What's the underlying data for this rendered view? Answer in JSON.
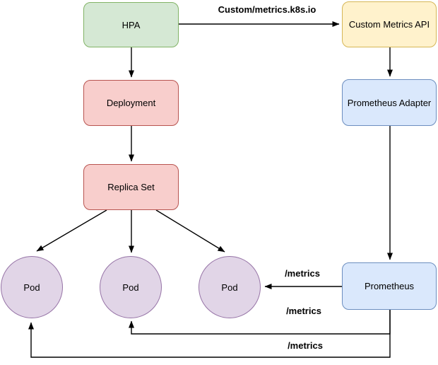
{
  "diagram": {
    "type": "flowchart",
    "background": "#ffffff",
    "nodes": [
      {
        "id": "hpa",
        "label": "HPA",
        "shape": "rounded-rect",
        "fill": "#d5e8d4",
        "stroke": "#82b366"
      },
      {
        "id": "custom-metrics-api",
        "label": "Custom Metrics API",
        "shape": "rounded-rect",
        "fill": "#fff2cc",
        "stroke": "#d6b656"
      },
      {
        "id": "deployment",
        "label": "Deployment",
        "shape": "rounded-rect",
        "fill": "#f8cecc",
        "stroke": "#b85450"
      },
      {
        "id": "prometheus-adapter",
        "label": "Prometheus Adapter",
        "shape": "rounded-rect",
        "fill": "#dae8fc",
        "stroke": "#6c8ebf"
      },
      {
        "id": "replica-set",
        "label": "Replica Set",
        "shape": "rounded-rect",
        "fill": "#f8cecc",
        "stroke": "#b85450"
      },
      {
        "id": "pod-1",
        "label": "Pod",
        "shape": "circle",
        "fill": "#e1d5e7",
        "stroke": "#9673a6"
      },
      {
        "id": "pod-2",
        "label": "Pod",
        "shape": "circle",
        "fill": "#e1d5e7",
        "stroke": "#9673a6"
      },
      {
        "id": "pod-3",
        "label": "Pod",
        "shape": "circle",
        "fill": "#e1d5e7",
        "stroke": "#9673a6"
      },
      {
        "id": "prometheus",
        "label": "Prometheus",
        "shape": "rounded-rect",
        "fill": "#dae8fc",
        "stroke": "#6c8ebf"
      }
    ],
    "edges": [
      {
        "from": "hpa",
        "to": "custom-metrics-api",
        "label": "Custom/metrics.k8s.io"
      },
      {
        "from": "hpa",
        "to": "deployment",
        "label": ""
      },
      {
        "from": "custom-metrics-api",
        "to": "prometheus-adapter",
        "label": ""
      },
      {
        "from": "deployment",
        "to": "replica-set",
        "label": ""
      },
      {
        "from": "prometheus-adapter",
        "to": "prometheus",
        "label": ""
      },
      {
        "from": "replica-set",
        "to": "pod-1",
        "label": ""
      },
      {
        "from": "replica-set",
        "to": "pod-2",
        "label": ""
      },
      {
        "from": "replica-set",
        "to": "pod-3",
        "label": ""
      },
      {
        "from": "prometheus",
        "to": "pod-3",
        "label": "/metrics"
      },
      {
        "from": "prometheus",
        "to": "pod-2",
        "label": "/metrics"
      },
      {
        "from": "prometheus",
        "to": "pod-1",
        "label": "/metrics"
      }
    ],
    "edge_color": "#000000"
  }
}
